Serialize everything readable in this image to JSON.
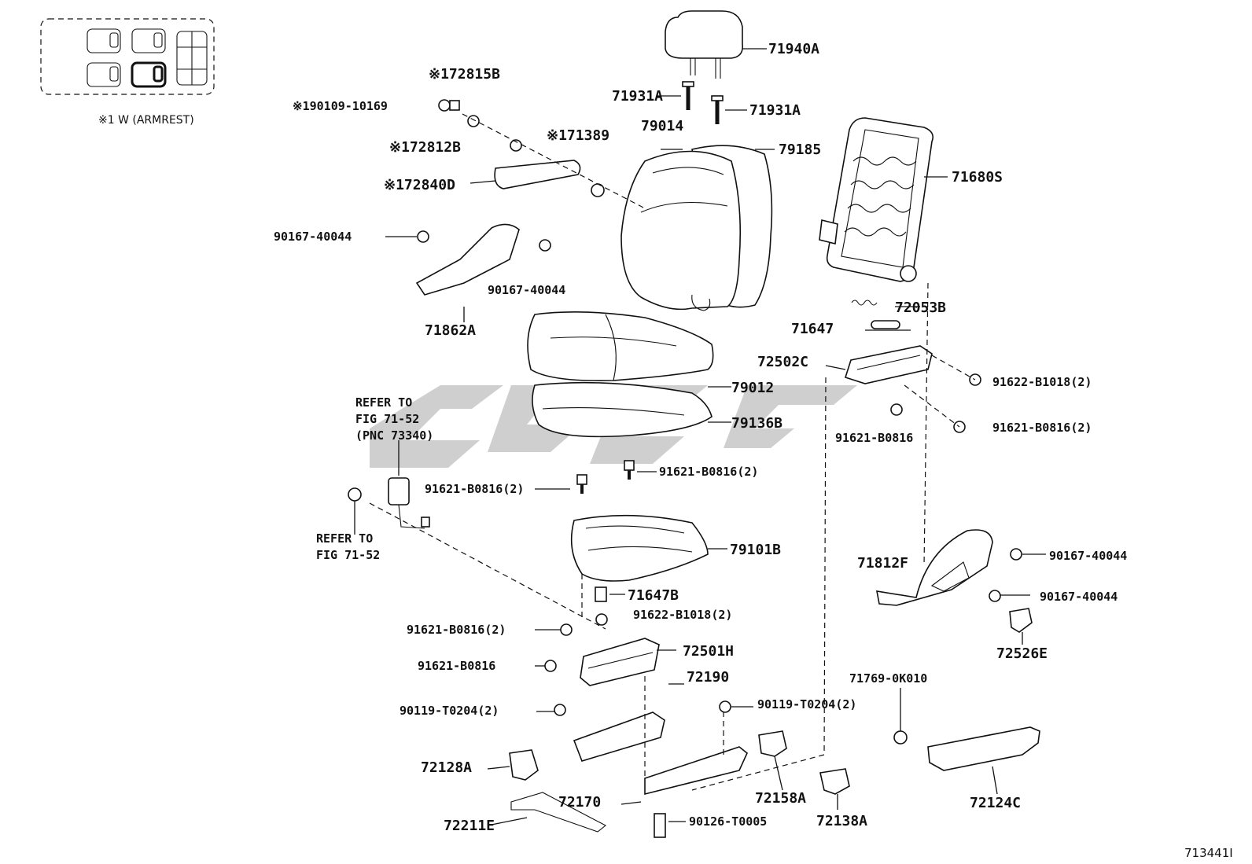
{
  "diagram": {
    "figure_code": "713441I",
    "legend_note": "※1 W (ARMREST)",
    "labels": {
      "p71940A": "71940A",
      "p71931A_l": "71931A",
      "p71931A_r": "71931A",
      "p79014": "79014",
      "p79185": "79185",
      "p71680S": "71680S",
      "p72815B": "※172815B",
      "p90109": "※190109-10169",
      "p72812B": "※172812B",
      "p71389": "※171389",
      "p72840D": "※172840D",
      "p90167_a": "90167-40044",
      "p90167_b": "90167-40044",
      "p71862A": "71862A",
      "p72053B": "72053B",
      "p71647": "71647",
      "p72502C": "72502C",
      "p91622_r": "91622-B1018(2)",
      "p91621_r1": "91621-B0816",
      "p91621_r2": "91621-B0816(2)",
      "p79012": "79012",
      "p79136B": "79136B",
      "refer1_l1": "REFER TO",
      "refer1_l2": "FIG 71-52",
      "refer1_l3": "(PNC 73340)",
      "refer2_l1": "REFER TO",
      "refer2_l2": "FIG 71-52",
      "p91621_c1": "91621-B0816(2)",
      "p91621_c2": "91621-B0816(2)",
      "p79101B": "79101B",
      "p71647B": "71647B",
      "p71812F": "71812F",
      "p90167_c": "90167-40044",
      "p90167_d": "90167-40044",
      "p72526E": "72526E",
      "p91622_c": "91622-B1018(2)",
      "p91621_c3": "91621-B0816(2)",
      "p72501H": "72501H",
      "p91621_c4": "91621-B0816",
      "p72190": "72190",
      "p90119_l": "90119-T0204(2)",
      "p90119_r": "90119-T0204(2)",
      "p71769": "71769-0K010",
      "p72128A": "72128A",
      "p72170": "72170",
      "p72158A": "72158A",
      "p72138A": "72138A",
      "p72124C": "72124C",
      "p72211E": "72211E",
      "p90126": "90126-T0005"
    }
  }
}
